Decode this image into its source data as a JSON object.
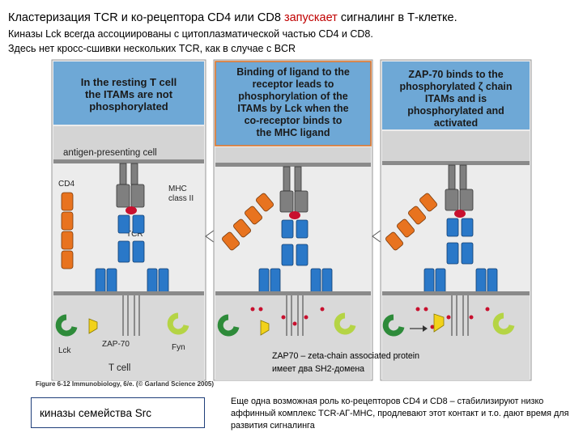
{
  "header": {
    "line1_a": "Кластеризация TCR и ко-рецептора CD4 или CD8 ",
    "line1_b": "запускает",
    "line1_c": " сигналинг в Т-клетке.",
    "line2": "Киназы Lck всегда ассоциированы с цитоплазматической частью CD4 и CD8.",
    "line3": "Здесь нет кросс-сшивки нескольких TCR, как в случае с BCR"
  },
  "panels": [
    {
      "title_lines": [
        "In the resting T cell",
        "the ITAMs are not",
        "phosphorylated"
      ]
    },
    {
      "title_lines": [
        "Binding of ligand to the",
        "receptor leads to",
        "phosphorylation of the",
        "ITAMs by Lck when the",
        "co-receptor binds to",
        "the MHC ligand"
      ]
    },
    {
      "title_lines": [
        "ZAP-70 binds to the",
        "phosphorylated ζ chain",
        "ITAMs and is",
        "phosphorylated and",
        "activated"
      ]
    }
  ],
  "labels": {
    "apc": "antigen-presenting cell",
    "cd4": "CD4",
    "mhc_line1": "MHC",
    "mhc_line2": "class II",
    "tcr": "TCR",
    "lck": "Lck",
    "zap70": "ZAP-70",
    "fyn": "Fyn",
    "tcell": "T cell"
  },
  "caption": "Figure 6-12 Immunobiology, 6/e. (© Garland Science 2005)",
  "zap_note": [
    "ZAP70 – zeta-chain associated protein",
    "имеет два SH2-домена"
  ],
  "src_box": "киназы семейства Src",
  "bottom_note": "Еще одна возможная роль ко-рецепторов  CD4 и CD8 – стабилизируют низко аффинный комплекс TCR-АГ-MHC, продлевают этот контакт и т.о. дают время для развития сигналинга",
  "colors": {
    "panel_header": "#6ea8d6",
    "panel_header_border": "#e8731f",
    "cell_bg": "#d9d9d9",
    "cd4_orange": "#e8731f",
    "tcr_blue": "#2a78c8",
    "mhc_gray": "#7f7f7f",
    "lck_green": "#2e8b3a",
    "zap_yellow": "#f2d21a",
    "fyn_lime": "#b5d445",
    "phospho_red": "#c8102e"
  }
}
